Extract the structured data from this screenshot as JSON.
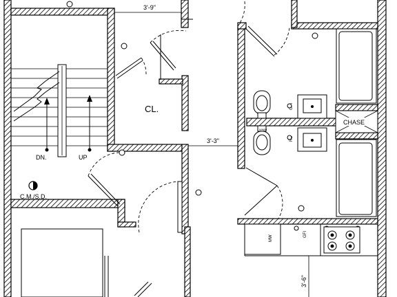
{
  "labels": {
    "dim_top": "3'-9\"",
    "closet": "CL.",
    "dim_mid": "3'-3\"",
    "down": "DN.",
    "up": "UP",
    "cmsd": "C.M./S.D.",
    "chase": "CHASE",
    "dim_side": "3'-6\""
  },
  "fixture_marks": {
    "gfi": "GFI",
    "rd": "RD",
    "mw": "MW",
    "gfi_small": "GFI",
    "wall_mark": "WWW"
  }
}
